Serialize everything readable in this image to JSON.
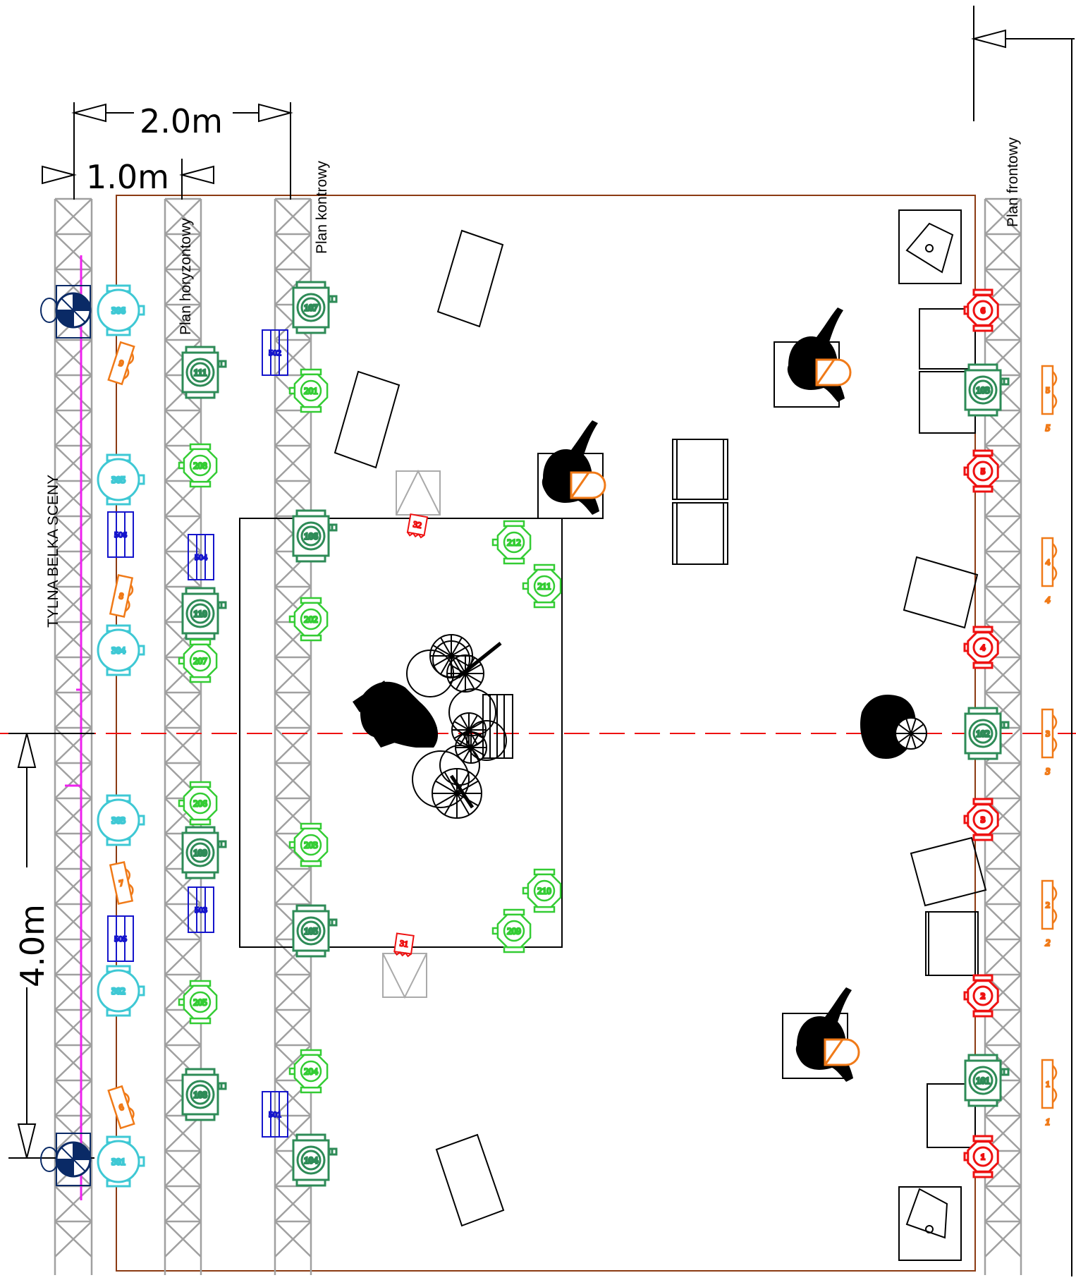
{
  "labels": {
    "dim_2m": "2.0m",
    "dim_1m": "1.0m",
    "dim_4m": "4.0m",
    "plan_kontrowy": "Plan kontrowy",
    "plan_horyzontowy": "Plan horyzontowy",
    "plan_frontowy": "Plan frontowy",
    "tylna_belka": "TYLNA BELKA SCENY"
  },
  "colors": {
    "cyan": "#3ec8d4",
    "darkgreen": "#2e8b57",
    "lightgreen": "#33cc33",
    "red": "#ee1111",
    "orange": "#f07a18",
    "blue": "#1515cc",
    "magenta": "#ee22ee",
    "truss": "#a0a0a0",
    "stage_edge": "#8b3a12",
    "centerline": "#ee1111"
  },
  "fixtures": {
    "cyan": [
      "306",
      "305",
      "304",
      "303",
      "302",
      "301"
    ],
    "darkgreen": [
      "107",
      "111",
      "106",
      "110",
      "109",
      "105",
      "108",
      "104",
      "103",
      "102",
      "101"
    ],
    "lightgreen": [
      "201",
      "208",
      "212",
      "211",
      "202",
      "207",
      "206",
      "203",
      "210",
      "209",
      "205",
      "204"
    ],
    "red_front": [
      "6",
      "5",
      "4",
      "3",
      "2",
      "1"
    ],
    "blue": [
      "502",
      "506",
      "504",
      "503",
      "505",
      "501"
    ],
    "orange_back": [
      "9",
      "8",
      "7",
      "6"
    ],
    "red_small": [
      "32",
      "31"
    ],
    "orange_front": [
      "5",
      "4",
      "3",
      "2",
      "1"
    ]
  }
}
